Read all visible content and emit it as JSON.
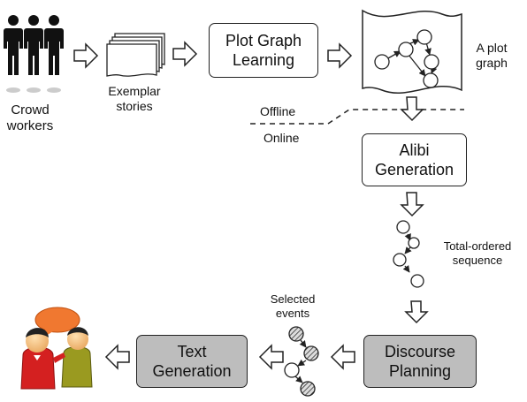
{
  "crowd": {
    "label": "Crowd\nworkers"
  },
  "exemplar": {
    "label": "Exemplar\nstories"
  },
  "plot_learning": {
    "label": "Plot Graph\nLearning"
  },
  "plot_graph": {
    "label": "A plot\ngraph"
  },
  "offline": {
    "label": "Offline"
  },
  "online": {
    "label": "Online"
  },
  "alibi": {
    "label": "Alibi\nGeneration"
  },
  "sequence": {
    "label": "Total-ordered\nsequence"
  },
  "selected": {
    "label": "Selected\nevents"
  },
  "discourse": {
    "label": "Discourse\nPlanning"
  },
  "text_gen": {
    "label": "Text\nGeneration"
  },
  "colors": {
    "box_gray": "#bdbdbd",
    "ink": "#222222",
    "speech_bubble": "#f07830",
    "person_red": "#d42020",
    "person_olive": "#9a9a20"
  },
  "icons": [
    "people-icon",
    "stack-of-pages-icon",
    "plot-graph-page-icon",
    "chain-of-nodes-icon",
    "shaded-nodes-icon",
    "conversation-icon",
    "hollow-arrow-icon"
  ]
}
